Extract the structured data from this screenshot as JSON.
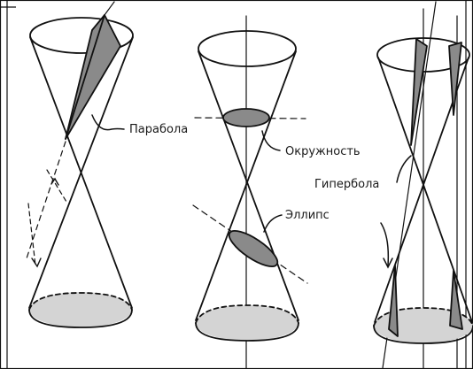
{
  "labels": {
    "parabola": "Парабола",
    "circle": "Окружность",
    "hyperbola": "Гипербола",
    "ellipse": "Эллипс"
  },
  "colors": {
    "ink": "#111111",
    "section_fill": "#8a8a8a",
    "base_fill": "#d4d4d4",
    "frame": "#000000"
  }
}
